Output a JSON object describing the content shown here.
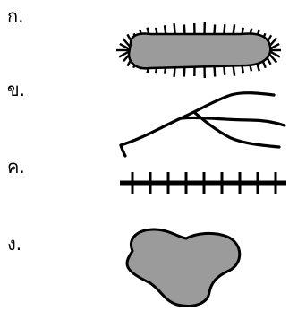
{
  "options": [
    {
      "label": "ก.",
      "shape": "ciliated-elongated-cell-icon"
    },
    {
      "label": "ข.",
      "shape": "branching-filament-icon"
    },
    {
      "label": "ค.",
      "shape": "crosshatched-line-icon"
    },
    {
      "label": "ง.",
      "shape": "gray-amoeboid-blob-icon"
    }
  ],
  "colors": {
    "fill_gray": "#9b9b9b",
    "stroke": "#000000",
    "background": "#ffffff"
  }
}
